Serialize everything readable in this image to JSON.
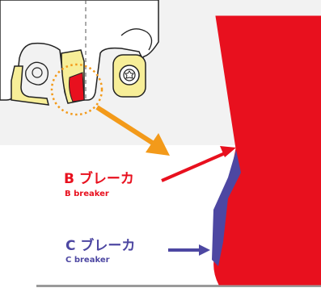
{
  "colors": {
    "insert_face": "#e8101e",
    "b_breaker": "#e8101e",
    "c_breaker": "#4d47a2",
    "pointer_arrow": "#f39a1a",
    "highlight_circle": "#f39a1a",
    "insert_plate": "#f7ee98",
    "outline": "#222222"
  },
  "labels": {
    "b_breaker_jp": "B ブレーカ",
    "b_breaker_en": "B breaker",
    "c_breaker_jp": "C ブレーカ",
    "c_breaker_en": "C breaker"
  }
}
